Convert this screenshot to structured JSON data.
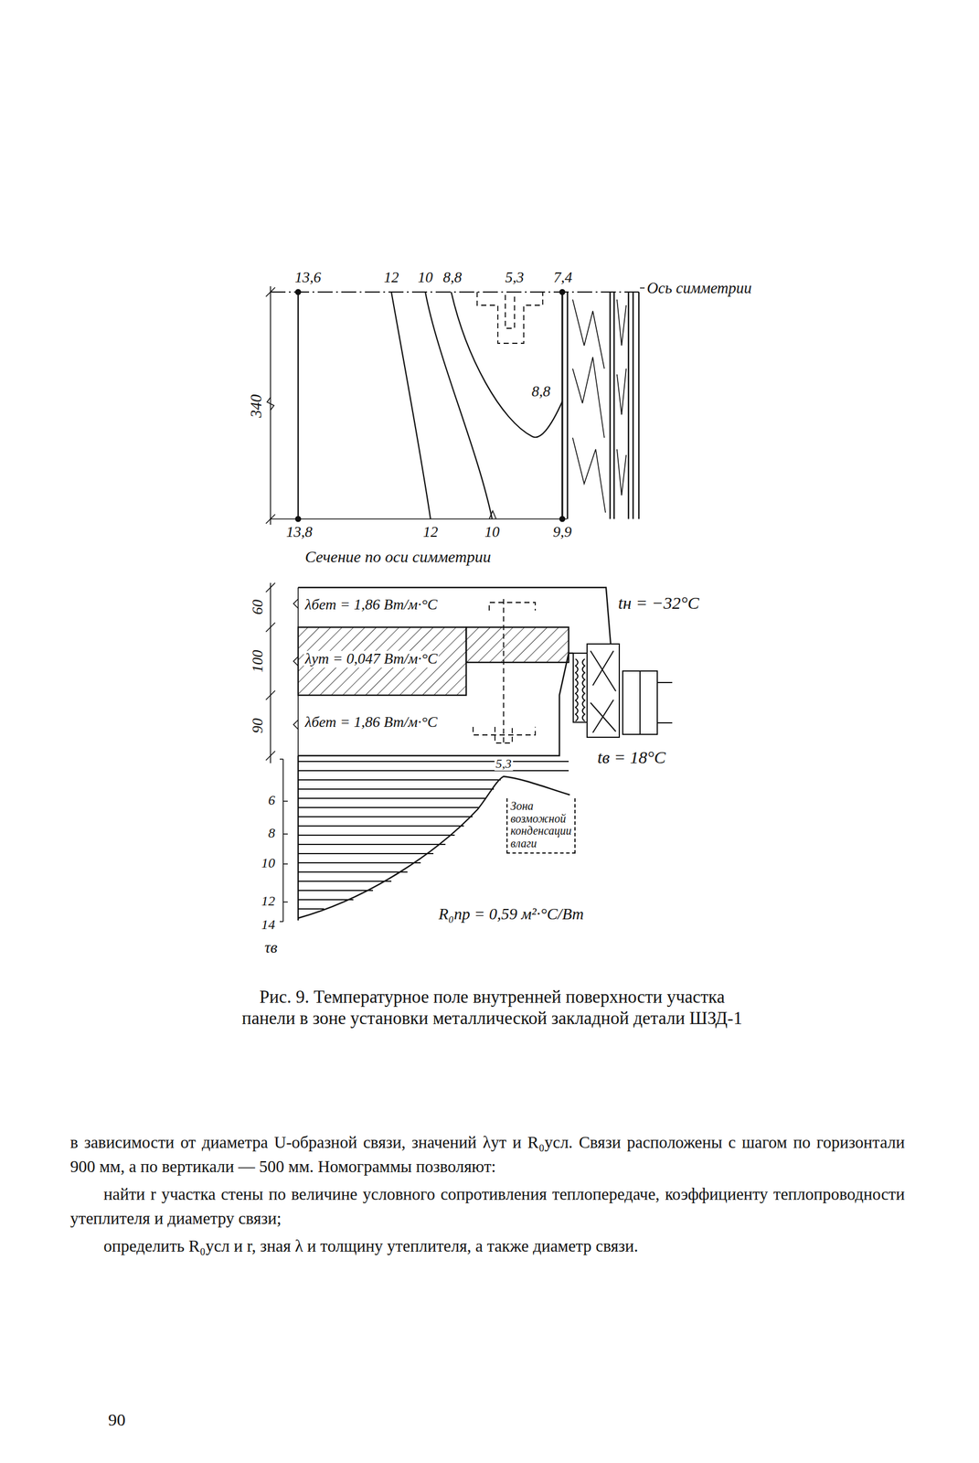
{
  "diagram": {
    "caption": "Рис. 9. Температурное поле внутренней поверхности участка панели в зоне установки металлической закладной детали ШЗД-1",
    "nodes": [
      {
        "text": [
          "Зона возможной конденсации влаги"
        ]
      }
    ],
    "labels": [
      "13,6",
      "12",
      "10",
      "8,8",
      "5,3",
      "7,4",
      "Ось симметрии",
      "340",
      "8,8",
      "13,8",
      "12",
      "10",
      "9,9",
      "Сечение по оси симметрии",
      "60",
      "100",
      "90",
      "λбет = 1,86 Вт/м·°С",
      "λут = 0,047 Вт/м·°С",
      "λбет = 1,86 Вт/м·°С",
      "tн = −32°С",
      "tв = 18°С",
      "5,3",
      "6",
      "8",
      "10",
      "12",
      "14",
      "τв",
      "R₀пр = 0,59 м²·°С/Вт",
      "в зависимости от диаметра U-образной связи, значений λут и R₀усл. Связи расположены с шагом по горизонтали 900 мм, а по вертикали — 500 мм. Номограммы позволяют:",
      "найти r участка стены по величине условного сопротивления теплопередаче, коэффициенту теплопроводности утеплителя и диаметру связи;",
      "определить R₀усл и r, зная λ и толщину утеплителя, а также диаметр связи.",
      "90"
    ]
  }
}
